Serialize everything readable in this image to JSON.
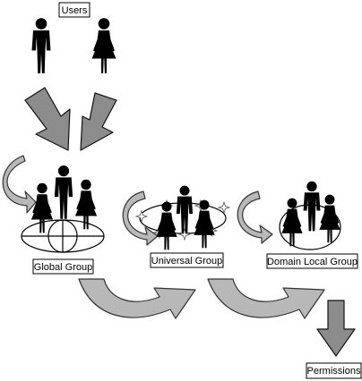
{
  "labels": {
    "users": "Users",
    "global_group": "Global Group",
    "universal_group": "Universal Group",
    "domain_local_group": "Domain Local Group",
    "permissions": "Permissions"
  },
  "icons": {
    "person_male": "person-male-icon",
    "person_female": "person-female-icon",
    "globe": "globe-icon",
    "forest_ring": "forest-ring-icon"
  },
  "colors": {
    "arrow_dark": "#8c8c8c",
    "arrow_light": "#b8b8b8",
    "figure": "#000000",
    "background": "#ffffff"
  }
}
